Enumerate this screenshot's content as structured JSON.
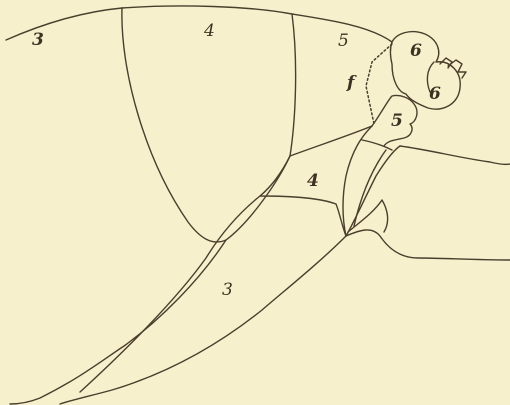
{
  "labels": {
    "back_segment_3": "3",
    "back_segment_4": "4",
    "back_segment_5": "5",
    "head_upper_6": "6",
    "head_lower_6": "6",
    "suture_f": "f",
    "mid_segment_5": "5",
    "under_segment_4": "4",
    "leg_segment_3": "3"
  }
}
